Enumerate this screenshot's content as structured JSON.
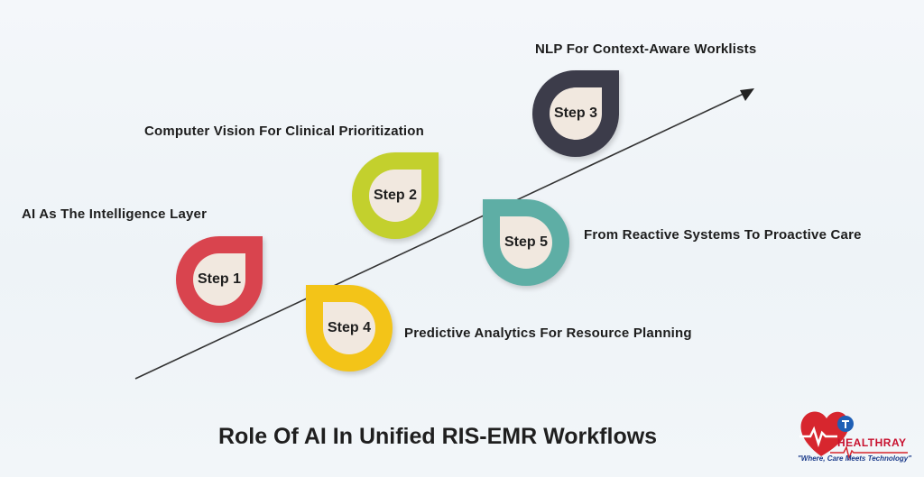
{
  "title": "Role Of AI In Unified RIS-EMR Workflows",
  "steps": [
    {
      "label": "Step 1",
      "caption": "AI As The Intelligence Layer",
      "color": "#d9444e"
    },
    {
      "label": "Step 2",
      "caption": "Computer Vision For Clinical Prioritization",
      "color": "#c3d02d"
    },
    {
      "label": "Step 3",
      "caption": "NLP For Context-Aware Worklists",
      "color": "#3c3c4a"
    },
    {
      "label": "Step 4",
      "caption": "Predictive Analytics For Resource Planning",
      "color": "#f3c418"
    },
    {
      "label": "Step 5",
      "caption": "From Reactive Systems To Proactive Care",
      "color": "#5eaea5"
    }
  ],
  "logo": {
    "name": "HEALTHRAY",
    "tagline": "\"Where, Care Meets Technology\"",
    "accent": "#c8102e",
    "secondary": "#1a3a8a",
    "icon": "heart-pulse-icon"
  }
}
